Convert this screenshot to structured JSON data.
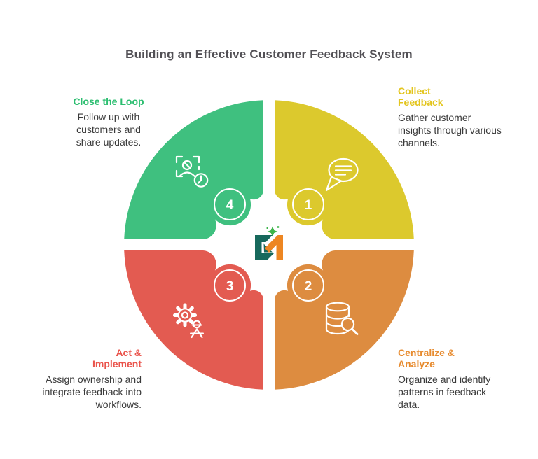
{
  "title": "Building an Effective Customer Feedback System",
  "colors": {
    "green": "#3FC07F",
    "yellow": "#DCC92D",
    "red": "#E35B51",
    "orange": "#DD8C40",
    "green_text": "#2CBE70",
    "yellow_text": "#E3C51D",
    "red_text": "#EA544C",
    "orange_text": "#E78B2F",
    "title_text": "#525055",
    "body_text": "#3A3A3A",
    "badge_number": "#FFFFFF",
    "icon_stroke": "#FFFFFF",
    "logo_teal": "#17695C",
    "logo_orange": "#ED8622",
    "logo_sparkle": "#3DB54A"
  },
  "steps": [
    {
      "number": "1",
      "label": "Collect\nFeedback",
      "description": "Gather customer\ninsights through various\nchannels.",
      "icon": "chat-bubble-icon"
    },
    {
      "number": "2",
      "label": "Centralize &\nAnalyze",
      "description": "Organize and identify\npatterns in feedback\ndata.",
      "icon": "database-search-icon"
    },
    {
      "number": "3",
      "label": "Act &\nImplement",
      "description": "Assign ownership and\nintegrate feedback into\nworkflows.",
      "icon": "gear-person-icon"
    },
    {
      "number": "4",
      "label": "Close the Loop",
      "description": "Follow up with\ncustomers and\nshare updates.",
      "icon": "person-check-icon"
    }
  ]
}
